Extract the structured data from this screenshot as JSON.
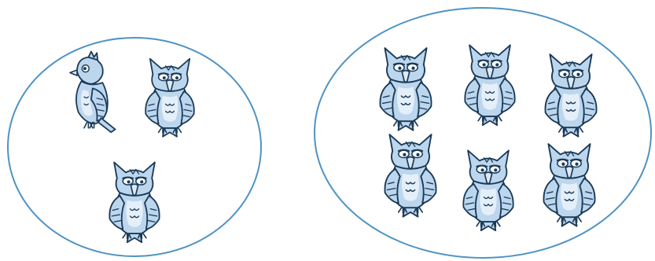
{
  "figure": {
    "groups": [
      {
        "id": "left-group",
        "stroke_color": "#4f93c3",
        "birds": [
          {
            "kind": "bird",
            "count": 1
          },
          {
            "kind": "owl",
            "count": 2
          }
        ],
        "total": 3
      },
      {
        "id": "right-group",
        "stroke_color": "#4f93c3",
        "birds": [
          {
            "kind": "owl",
            "count": 6
          }
        ],
        "total": 6
      }
    ],
    "colors": {
      "bird_fill": "#bcd6ee",
      "bird_outline": "#1b3a57",
      "background": "#ffffff"
    }
  }
}
